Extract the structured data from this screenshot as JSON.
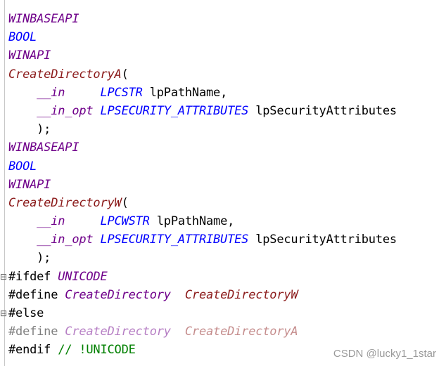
{
  "lines": [
    {
      "kind": "plain",
      "tokens": [
        {
          "cls": "macro",
          "text": "WINBASEAPI"
        }
      ]
    },
    {
      "kind": "plain",
      "tokens": [
        {
          "cls": "type",
          "text": "BOOL"
        }
      ]
    },
    {
      "kind": "plain",
      "tokens": [
        {
          "cls": "macro",
          "text": "WINAPI"
        }
      ]
    },
    {
      "kind": "plain",
      "tokens": [
        {
          "cls": "func",
          "text": "CreateDirectoryA"
        },
        {
          "cls": "ident",
          "text": "("
        }
      ]
    },
    {
      "kind": "plain",
      "tokens": [
        {
          "cls": "ident",
          "text": "    "
        },
        {
          "cls": "ann",
          "text": "__in"
        },
        {
          "cls": "ident",
          "text": "     "
        },
        {
          "cls": "type",
          "text": "LPCSTR"
        },
        {
          "cls": "ident",
          "text": " lpPathName,"
        }
      ]
    },
    {
      "kind": "plain",
      "tokens": [
        {
          "cls": "ident",
          "text": "    "
        },
        {
          "cls": "ann",
          "text": "__in_opt"
        },
        {
          "cls": "ident",
          "text": " "
        },
        {
          "cls": "type",
          "text": "LPSECURITY_ATTRIBUTES"
        },
        {
          "cls": "ident",
          "text": " lpSecurityAttributes"
        }
      ]
    },
    {
      "kind": "plain",
      "tokens": [
        {
          "cls": "ident",
          "text": "    );"
        }
      ]
    },
    {
      "kind": "plain",
      "tokens": [
        {
          "cls": "macro",
          "text": "WINBASEAPI"
        }
      ]
    },
    {
      "kind": "plain",
      "tokens": [
        {
          "cls": "type",
          "text": "BOOL"
        }
      ]
    },
    {
      "kind": "plain",
      "tokens": [
        {
          "cls": "macro",
          "text": "WINAPI"
        }
      ]
    },
    {
      "kind": "plain",
      "tokens": [
        {
          "cls": "func",
          "text": "CreateDirectoryW"
        },
        {
          "cls": "ident",
          "text": "("
        }
      ]
    },
    {
      "kind": "plain",
      "tokens": [
        {
          "cls": "ident",
          "text": "    "
        },
        {
          "cls": "ann",
          "text": "__in"
        },
        {
          "cls": "ident",
          "text": "     "
        },
        {
          "cls": "type",
          "text": "LPCWSTR"
        },
        {
          "cls": "ident",
          "text": " lpPathName,"
        }
      ]
    },
    {
      "kind": "plain",
      "tokens": [
        {
          "cls": "ident",
          "text": "    "
        },
        {
          "cls": "ann",
          "text": "__in_opt"
        },
        {
          "cls": "ident",
          "text": " "
        },
        {
          "cls": "type",
          "text": "LPSECURITY_ATTRIBUTES"
        },
        {
          "cls": "ident",
          "text": " lpSecurityAttributes"
        }
      ]
    },
    {
      "kind": "plain",
      "tokens": [
        {
          "cls": "ident",
          "text": "    );"
        }
      ]
    },
    {
      "kind": "fold",
      "tokens": [
        {
          "cls": "kw",
          "text": "#ifdef "
        },
        {
          "cls": "def",
          "text": "UNICODE"
        }
      ]
    },
    {
      "kind": "plain",
      "tokens": [
        {
          "cls": "kw",
          "text": "#define "
        },
        {
          "cls": "def",
          "text": "CreateDirectory"
        },
        {
          "cls": "ident",
          "text": "  "
        },
        {
          "cls": "func",
          "text": "CreateDirectoryW"
        }
      ]
    },
    {
      "kind": "fold",
      "tokens": [
        {
          "cls": "kw",
          "text": "#else"
        }
      ]
    },
    {
      "kind": "inactive",
      "tokens": [
        {
          "cls": "kw",
          "text": "#define "
        },
        {
          "cls": "def",
          "text": "CreateDirectory"
        },
        {
          "cls": "ident",
          "text": "  "
        },
        {
          "cls": "func",
          "text": "CreateDirectoryA"
        }
      ]
    },
    {
      "kind": "plain",
      "tokens": [
        {
          "cls": "kw",
          "text": "#endif "
        },
        {
          "cls": "comment",
          "text": "// !UNICODE"
        }
      ]
    }
  ],
  "watermark": "CSDN @lucky1_1star",
  "icons": {
    "fold_marker": "collapse-minus-icon"
  }
}
